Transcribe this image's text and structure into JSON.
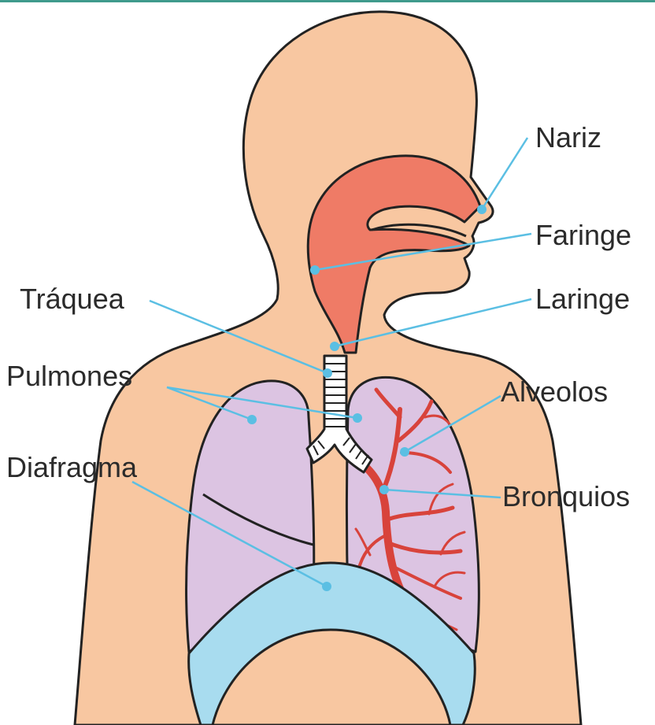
{
  "diagram": {
    "labels": {
      "nariz": "Nariz",
      "faringe": "Faringe",
      "laringe": "Laringe",
      "traquea": "Tráquea",
      "pulmones": "Pulmones",
      "alveolos": "Alveolos",
      "diafragma": "Diafragma",
      "bronquios": "Bronquios"
    }
  },
  "colors": {
    "skin": "#f8c7a1",
    "airway": "#ef7b66",
    "lung": "#dcc4e2",
    "diaphragm": "#a8dcef",
    "bronchi": "#d8433b",
    "pointer": "#5bbfe3",
    "label_text": "#2b2b2b",
    "outline": "#222222",
    "top_bar": "#3f9b8c"
  }
}
